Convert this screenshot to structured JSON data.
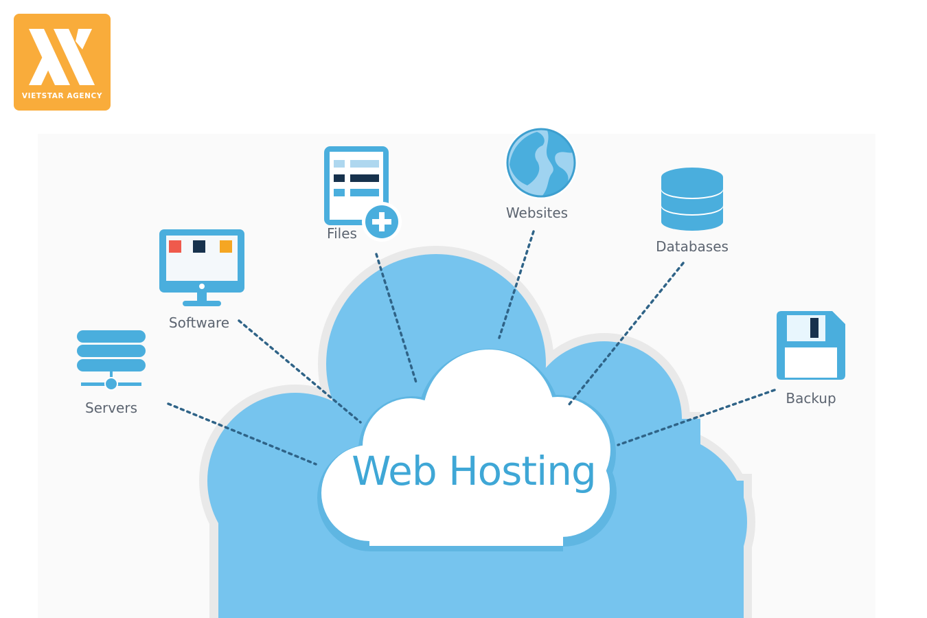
{
  "logo": {
    "text": "VIETSTAR AGENCY",
    "color": "#f9ac3b"
  },
  "center": {
    "title": "Web Hosting"
  },
  "nodes": [
    {
      "id": "servers",
      "label": "Servers",
      "icon": "server-stack-icon"
    },
    {
      "id": "software",
      "label": "Software",
      "icon": "monitor-icon"
    },
    {
      "id": "files",
      "label": "Files",
      "icon": "file-add-icon"
    },
    {
      "id": "websites",
      "label": "Websites",
      "icon": "globe-icon"
    },
    {
      "id": "databases",
      "label": "Databases",
      "icon": "database-icon"
    },
    {
      "id": "backup",
      "label": "Backup",
      "icon": "floppy-disk-icon"
    }
  ],
  "colors": {
    "cloud_outer": "#76c4ee",
    "cloud_border": "#e9e9e9",
    "icon_blue": "#4aaedd",
    "connector": "#2f6387",
    "label": "#5c6470",
    "title": "#3fa7d6"
  }
}
